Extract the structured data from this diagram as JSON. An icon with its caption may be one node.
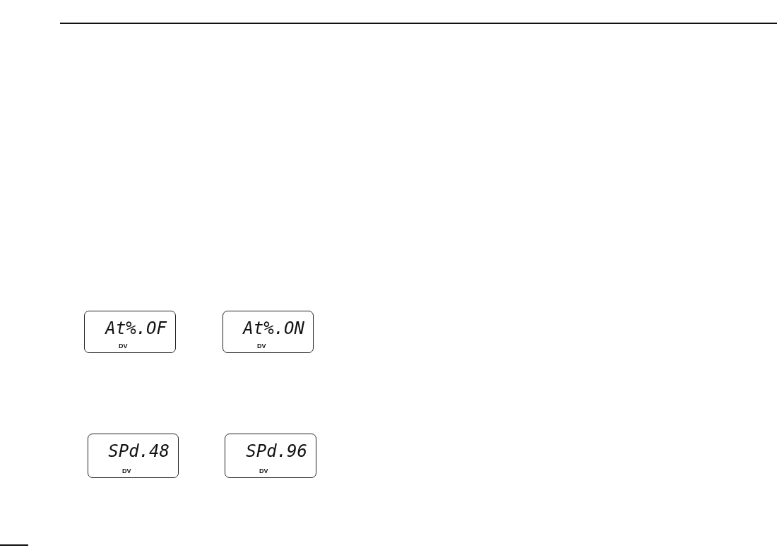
{
  "diagram": {
    "nodes": [
      {
        "text": [
          "At%.OF",
          "DV"
        ]
      },
      {
        "text": [
          "At%.ON",
          "DV"
        ]
      },
      {
        "text": [
          "SPd.48",
          "DV"
        ]
      },
      {
        "text": [
          "SPd.96",
          "DV"
        ]
      }
    ]
  }
}
